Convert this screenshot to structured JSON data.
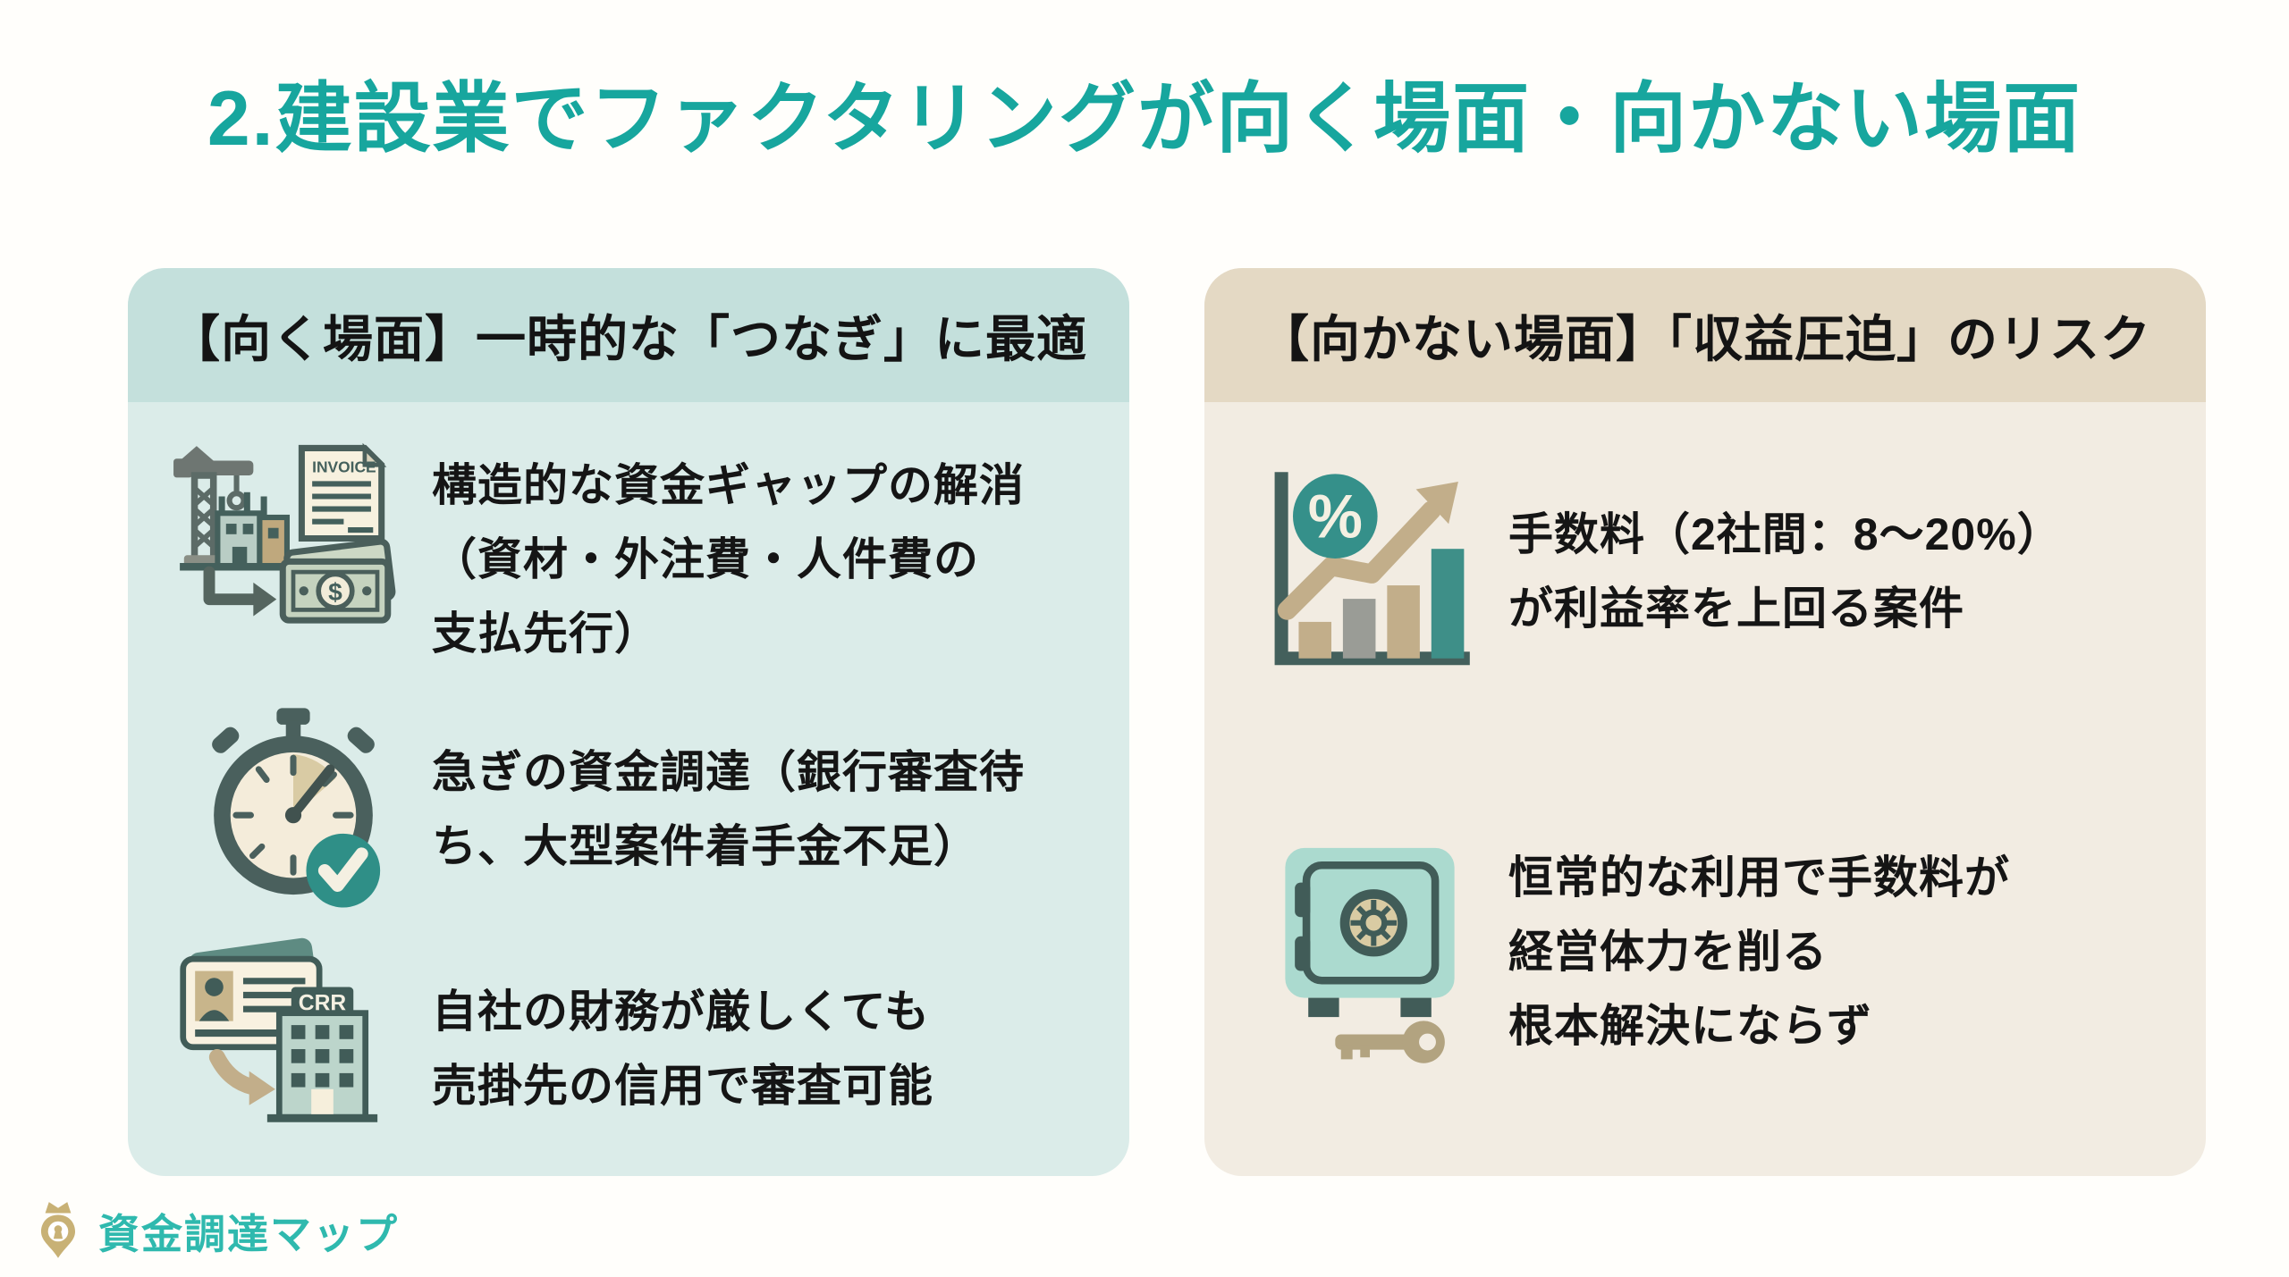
{
  "title": "2.建設業でファクタリングが向く場面・向かない場面",
  "left_panel": {
    "header": "【向く場面】一時的な「つなぎ」に最適",
    "items": [
      {
        "icon": "construction-invoice-to-cash-icon",
        "text": "構造的な資金ギャップの解消\n（資材・外注費・人件費の\n支払先行）"
      },
      {
        "icon": "stopwatch-check-icon",
        "text": "急ぎの資金調達（銀行審査待\nち、大型案件着手金不足）"
      },
      {
        "icon": "idcard-company-credit-icon",
        "text": "自社の財務が厳しくても\n売掛先の信用で審査可能"
      }
    ]
  },
  "right_panel": {
    "header": "【向かない場面】「収益圧迫」のリスク",
    "items": [
      {
        "icon": "fee-chart-percent-icon",
        "text": "手数料（2社間：8〜20%）\nが利益率を上回る案件"
      },
      {
        "icon": "safe-and-key-icon",
        "text": "恒常的な利用で手数料が\n経営体力を削る\n根本解決にならず"
      }
    ]
  },
  "labels": {
    "invoice": "INVOICE",
    "crr": "CRR",
    "percent": "%",
    "dollar": "$"
  },
  "footer": {
    "logo_text": "資金調達マップ"
  },
  "colors": {
    "title_teal": "#17a69e",
    "left_header_bg": "#c4e0dc",
    "left_body_bg": "#dbece9",
    "right_header_bg": "#e4d9c4",
    "right_body_bg": "#f2ece2",
    "text_black": "#151515",
    "icon_dark_slate": "#44605c",
    "icon_tan": "#c2ae8a",
    "icon_teal": "#2f8f87",
    "icon_mint": "#abdacf",
    "logo_gold": "#c8b175",
    "logo_teal": "#2fb9ae"
  }
}
